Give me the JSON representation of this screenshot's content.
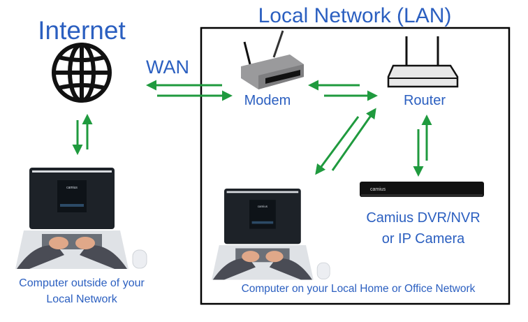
{
  "title_internet": "Internet",
  "title_lan": "Local Network (LAN)",
  "wan_label": "WAN",
  "nodes": {
    "modem": "Modem",
    "router": "Router",
    "dvr_line1": "Camius DVR/NVR",
    "dvr_line2": "or IP Camera",
    "outside_computer_line1": "Computer outside of your",
    "outside_computer_line2": "Local Network",
    "local_computer": "Computer on your Local Home or Office Network"
  },
  "screen_logo": "camius",
  "colors": {
    "text": "#2b5fc0",
    "arrows": "#1f9a3e",
    "box": "#000000"
  }
}
